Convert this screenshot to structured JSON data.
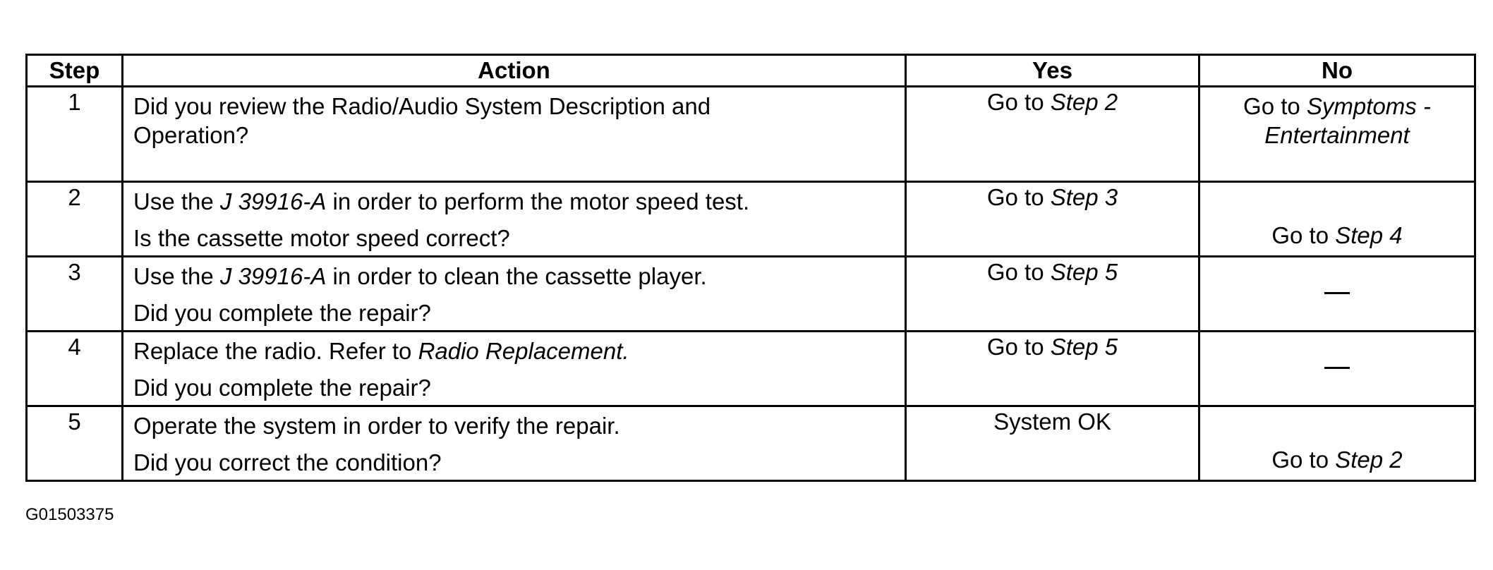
{
  "table": {
    "headers": {
      "step": "Step",
      "action": "Action",
      "yes": "Yes",
      "no": "No"
    },
    "rows": [
      {
        "step": "1",
        "action_line1": "Did you review the Radio/Audio System Description and",
        "action_line2": "Operation?",
        "yes_prefix": "Go to ",
        "yes_italic": "Step 2",
        "no_prefix": "Go to ",
        "no_italic_1": "Symptoms -",
        "no_italic_2": "Entertainment"
      },
      {
        "step": "2",
        "action_line1_pre": "Use the ",
        "action_line1_italic": "J 39916-A",
        "action_line1_post": " in order to perform the motor speed test.",
        "action_line2": "Is the cassette motor speed correct?",
        "yes_prefix": "Go to ",
        "yes_italic": "Step 3",
        "no_prefix": "Go to ",
        "no_italic": "Step 4"
      },
      {
        "step": "3",
        "action_line1_pre": "Use the ",
        "action_line1_italic": "J 39916-A",
        "action_line1_post": " in order to clean the cassette player.",
        "action_line2": "Did you complete the repair?",
        "yes_prefix": "Go to ",
        "yes_italic": "Step 5",
        "no_dash": true
      },
      {
        "step": "4",
        "action_line1_pre": "Replace the radio. Refer to ",
        "action_line1_italic": "Radio Replacement.",
        "action_line2": "Did you complete the repair?",
        "yes_prefix": "Go to ",
        "yes_italic": "Step 5",
        "no_dash": true
      },
      {
        "step": "5",
        "action_line1": "Operate the system in order to verify the repair.",
        "action_line2": "Did you correct the condition?",
        "yes_text": "System OK",
        "no_prefix": "Go to ",
        "no_italic": "Step 2"
      }
    ]
  },
  "figure_id": "G01503375"
}
